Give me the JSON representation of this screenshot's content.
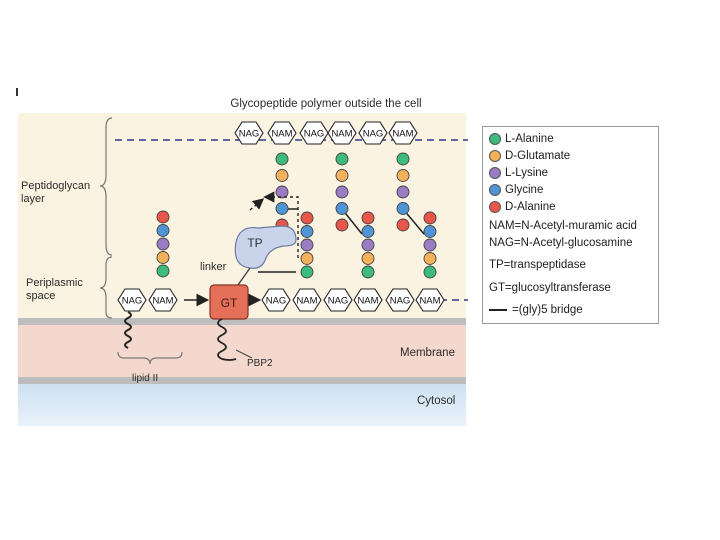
{
  "diagram": {
    "title": "Glycopeptide polymer outside the cell",
    "left_labels": {
      "peptidoglycan": "Peptidoglycan layer",
      "periplasmic": "Periplasmic space"
    },
    "region_labels": {
      "membrane": "Membrane",
      "cytosol": "Cytosol"
    },
    "element_labels": {
      "linker": "linker",
      "tp": "TP",
      "gt": "GT",
      "pbp2": "PBP2",
      "lipid": "lipid II"
    },
    "top_row": [
      "NAG",
      "NAM",
      "NAG",
      "NAM",
      "NAG",
      "NAM"
    ],
    "bottom_row": [
      "NAG",
      "NAM",
      "NAG",
      "NAM",
      "NAG",
      "NAM",
      "NAG",
      "NAM"
    ],
    "lipid_pair": [
      "NAG",
      "NAM"
    ],
    "colors": {
      "l_alanine": "#3dbb7c",
      "d_glutamate": "#f3b25a",
      "l_lysine": "#9b7cc4",
      "glycine": "#4f94d4",
      "d_alanine": "#e8574a",
      "gt_box": "#e5705a",
      "tp_blob": "#c9d3ea",
      "peptidoglycan_bg": "#fbf3e1",
      "membrane_bg": "#f4d8cd",
      "cytosol_bg": "#cde1f1"
    }
  },
  "legend": [
    {
      "label": "L-Alanine",
      "color": "#3dbb7c",
      "kind": "dot"
    },
    {
      "label": "D-Glutamate",
      "color": "#f3b25a",
      "kind": "dot"
    },
    {
      "label": "L-Lysine",
      "color": "#9b7cc4",
      "kind": "dot"
    },
    {
      "label": "Glycine",
      "color": "#4f94d4",
      "kind": "dot"
    },
    {
      "label": "D-Alanine",
      "color": "#e8574a",
      "kind": "dot"
    },
    {
      "label": "NAM=N-Acetyl-muramic acid",
      "kind": "text"
    },
    {
      "label": "NAG=N-Acetyl-glucosamine",
      "kind": "text"
    },
    {
      "label": "TP=transpeptidase",
      "kind": "text"
    },
    {
      "label": "GT=glucosyltransferase",
      "kind": "text"
    },
    {
      "label": "=(gly)5 bridge",
      "kind": "line"
    }
  ]
}
